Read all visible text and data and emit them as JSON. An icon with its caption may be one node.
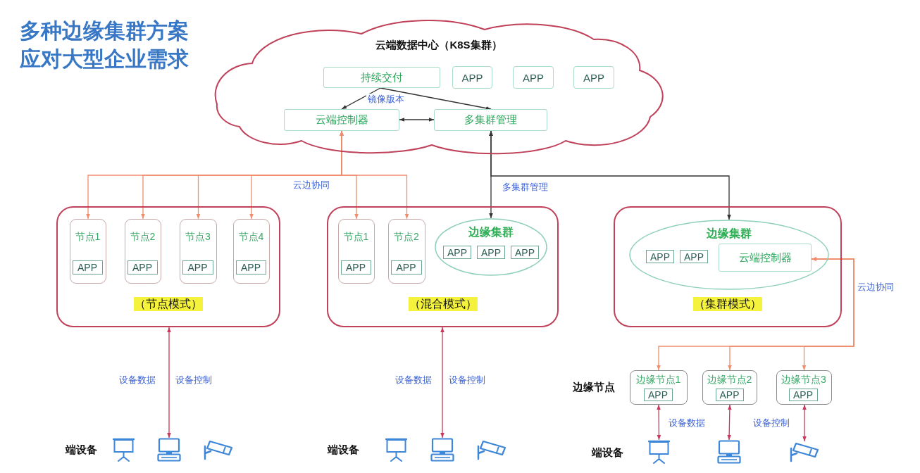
{
  "diagram": {
    "title": "多种边缘集群方案应对大型企业需求",
    "nodes": [
      {
        "text": [
          "云端数据中心（K8S集群）"
        ]
      },
      {
        "text": [
          "持续交付"
        ],
        "in": 0
      },
      {
        "text": [
          "APP"
        ],
        "in": 0
      },
      {
        "text": [
          "APP"
        ],
        "in": 0
      },
      {
        "text": [
          "APP"
        ],
        "in": 0
      },
      {
        "text": [
          "云端控制器"
        ],
        "in": 0
      },
      {
        "text": [
          "多集群管理"
        ],
        "in": 0
      },
      {
        "text": [
          "（节点模式）"
        ]
      },
      {
        "text": [
          "节点1"
        ],
        "in": 7
      },
      {
        "text": [
          "APP"
        ],
        "in": 8
      },
      {
        "text": [
          "节点2"
        ],
        "in": 7
      },
      {
        "text": [
          "APP"
        ],
        "in": 10
      },
      {
        "text": [
          "节点3"
        ],
        "in": 7
      },
      {
        "text": [
          "APP"
        ],
        "in": 12
      },
      {
        "text": [
          "节点4"
        ],
        "in": 7
      },
      {
        "text": [
          "APP"
        ],
        "in": 14
      },
      {
        "text": [
          "（混合模式）"
        ]
      },
      {
        "text": [
          "节点1"
        ],
        "in": 16
      },
      {
        "text": [
          "APP"
        ],
        "in": 17
      },
      {
        "text": [
          "节点2"
        ],
        "in": 16
      },
      {
        "text": [
          "APP"
        ],
        "in": 19
      },
      {
        "text": [
          "边缘集群"
        ],
        "in": 16
      },
      {
        "text": [
          "APP"
        ],
        "in": 21
      },
      {
        "text": [
          "APP"
        ],
        "in": 21
      },
      {
        "text": [
          "APP"
        ],
        "in": 21
      },
      {
        "text": [
          "（集群模式）"
        ]
      },
      {
        "text": [
          "边缘集群"
        ],
        "in": 25
      },
      {
        "text": [
          "APP"
        ],
        "in": 26
      },
      {
        "text": [
          "APP"
        ],
        "in": 26
      },
      {
        "text": [
          "云端控制器"
        ],
        "in": 26
      },
      {
        "text": [
          "边缘节点1"
        ]
      },
      {
        "text": [
          "APP"
        ],
        "in": 30
      },
      {
        "text": [
          "边缘节点2"
        ]
      },
      {
        "text": [
          "APP"
        ],
        "in": 32
      },
      {
        "text": [
          "边缘节点3"
        ]
      },
      {
        "text": [
          "APP"
        ],
        "in": 34
      },
      {
        "text": [],
        "shape": "screen"
      },
      {
        "text": [],
        "shape": "computer"
      },
      {
        "text": [],
        "shape": "camera"
      },
      {
        "text": [],
        "shape": "screen"
      },
      {
        "text": [],
        "shape": "computer"
      },
      {
        "text": [],
        "shape": "camera"
      },
      {
        "text": [],
        "shape": "screen"
      },
      {
        "text": [],
        "shape": "computer"
      },
      {
        "text": [],
        "shape": "camera"
      }
    ],
    "edges": [
      {
        "from": 1,
        "to": 5,
        "arrow": "to",
        "label": "镜像版本",
        "color": "#333333"
      },
      {
        "from": 1,
        "to": 6,
        "arrow": "to",
        "color": "#333333"
      },
      {
        "from": 5,
        "to": 6,
        "arrow": "both",
        "color": "#333333"
      },
      {
        "from": 5,
        "to": 8,
        "arrow": "both",
        "label": "云边协同"
      },
      {
        "from": 5,
        "to": 10,
        "arrow": "both"
      },
      {
        "from": 5,
        "to": 12,
        "arrow": "both"
      },
      {
        "from": 5,
        "to": 14,
        "arrow": "both"
      },
      {
        "from": 5,
        "to": 17,
        "arrow": "both"
      },
      {
        "from": 5,
        "to": 19,
        "arrow": "both"
      },
      {
        "from": 6,
        "to": 21,
        "arrow": "both",
        "color": "#333333"
      },
      {
        "from": 6,
        "to": 26,
        "arrow": "both",
        "label": "多集群管理",
        "color": "#333333"
      },
      {
        "from": 29,
        "to": 30,
        "arrow": "both",
        "label": "云边协同"
      },
      {
        "from": 29,
        "to": 32,
        "arrow": "both"
      },
      {
        "from": 29,
        "to": 34,
        "arrow": "both"
      },
      {
        "from": 7,
        "to": 37,
        "arrow": "both",
        "color": "#c8385a"
      },
      {
        "from": 16,
        "to": 40,
        "arrow": "both",
        "color": "#c8385a"
      },
      {
        "from": 30,
        "to": 42,
        "arrow": "both",
        "color": "#c8385a"
      },
      {
        "from": 32,
        "to": 43,
        "arrow": "both",
        "color": "#c8385a"
      },
      {
        "from": 34,
        "to": 44,
        "arrow": "both",
        "color": "#c8385a"
      }
    ],
    "labels": [
      "设备数据",
      "设备控制",
      "设备数据",
      "设备控制",
      "边缘节点",
      "设备数据",
      "设备控制",
      "端设备",
      "端设备",
      "端设备"
    ]
  }
}
